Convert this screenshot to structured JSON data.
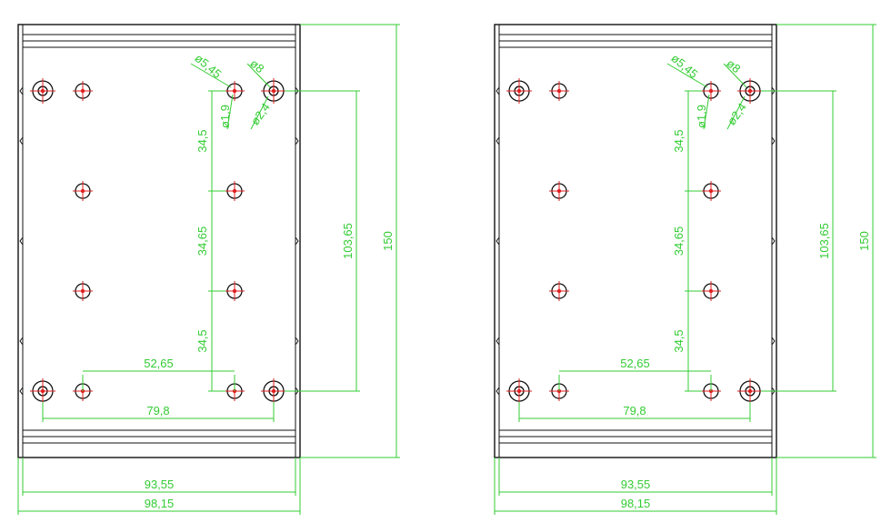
{
  "colors": {
    "outline": "#111111",
    "dimension": "#33cc33",
    "hole_center": "#e02020",
    "background": "#ffffff"
  },
  "views": [
    {
      "dimensions": {
        "hole_dia_outer": "ø5,45",
        "hole_dia_large": "ø8",
        "hole_dia_small": "ø1,9",
        "hole_dia_mid": "ø2,4",
        "pitch_1": "34,5",
        "pitch_2": "34,65",
        "pitch_3": "34,5",
        "height_holes": "103,65",
        "height_total": "150",
        "width_inner_holes": "52,65",
        "width_outer_holes": "79,8",
        "width_inner": "93,55",
        "width_total": "98,15"
      }
    },
    {
      "dimensions": {
        "hole_dia_outer": "ø5,45",
        "hole_dia_large": "ø8",
        "hole_dia_small": "ø1,9",
        "hole_dia_mid": "ø2,4",
        "pitch_1": "34,5",
        "pitch_2": "34,65",
        "pitch_3": "34,5",
        "height_holes": "103,65",
        "height_total": "150",
        "width_inner_holes": "52,65",
        "width_outer_holes": "79,8",
        "width_inner": "93,55",
        "width_total": "98,15"
      }
    }
  ]
}
